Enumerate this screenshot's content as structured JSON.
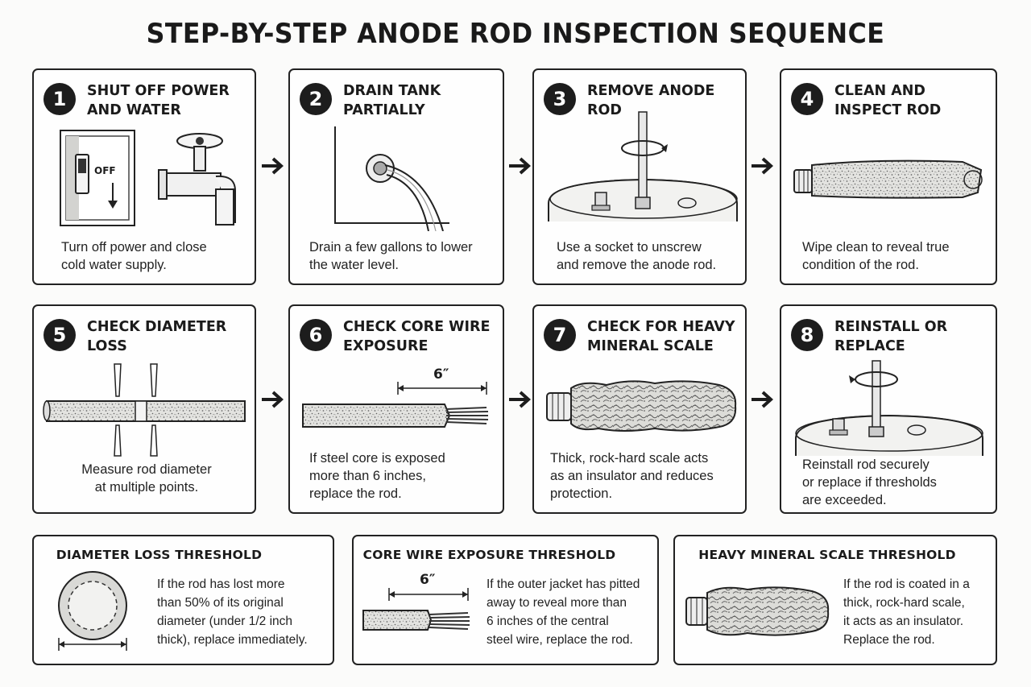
{
  "title": "STEP-BY-STEP ANODE ROD INSPECTION SEQUENCE",
  "steps": [
    {
      "number": "1",
      "title": "SHUT OFF POWER AND WATER",
      "switch_label": "OFF",
      "description": "Turn off power and close\ncold water supply."
    },
    {
      "number": "2",
      "title": "DRAIN TANK PARTIALLY",
      "description": "Drain a few gallons to lower\nthe water level."
    },
    {
      "number": "3",
      "title": "REMOVE ANODE ROD",
      "description": "Use a socket to unscrew\nand remove the anode rod."
    },
    {
      "number": "4",
      "title": "CLEAN AND INSPECT ROD",
      "description": "Wipe clean to reveal true\ncondition of the rod."
    },
    {
      "number": "5",
      "title": "CHECK DIAMETER LOSS",
      "description": "Measure rod diameter\nat multiple points."
    },
    {
      "number": "6",
      "title": "CHECK CORE WIRE EXPOSURE",
      "measure_label": "6″",
      "description": "If steel core is exposed\nmore than 6 inches,\nreplace the rod."
    },
    {
      "number": "7",
      "title": "CHECK FOR HEAVY MINERAL SCALE",
      "description": "Thick, rock-hard scale acts\nas an insulator and reduces\nprotection."
    },
    {
      "number": "8",
      "title": "REINSTALL OR REPLACE",
      "description": "Reinstall rod securely\nor replace if thresholds\nare exceeded."
    }
  ],
  "thresholds": [
    {
      "title": "DIAMETER LOSS THRESHOLD",
      "description": "If the rod has lost more\nthan 50% of its original\ndiameter (under 1/2 inch\nthick), replace immediately."
    },
    {
      "title": "CORE WIRE EXPOSURE THRESHOLD",
      "measure_label": "6″",
      "description": "If the outer jacket has pitted\naway to reveal more than\n6 inches of the central\nsteel wire, replace the rod."
    },
    {
      "title": "HEAVY MINERAL SCALE THRESHOLD",
      "description": "If the rod is coated in a\nthick, rock-hard scale,\nit acts as an insulator.\nReplace the rod."
    }
  ],
  "colors": {
    "ink": "#1d1d1d",
    "rod_fill": "#d9d9d6",
    "tank_fill": "#f2f2f0"
  },
  "icons": [
    "arrow-right-icon",
    "rotate-icon",
    "valve-icon",
    "power-switch-icon"
  ]
}
